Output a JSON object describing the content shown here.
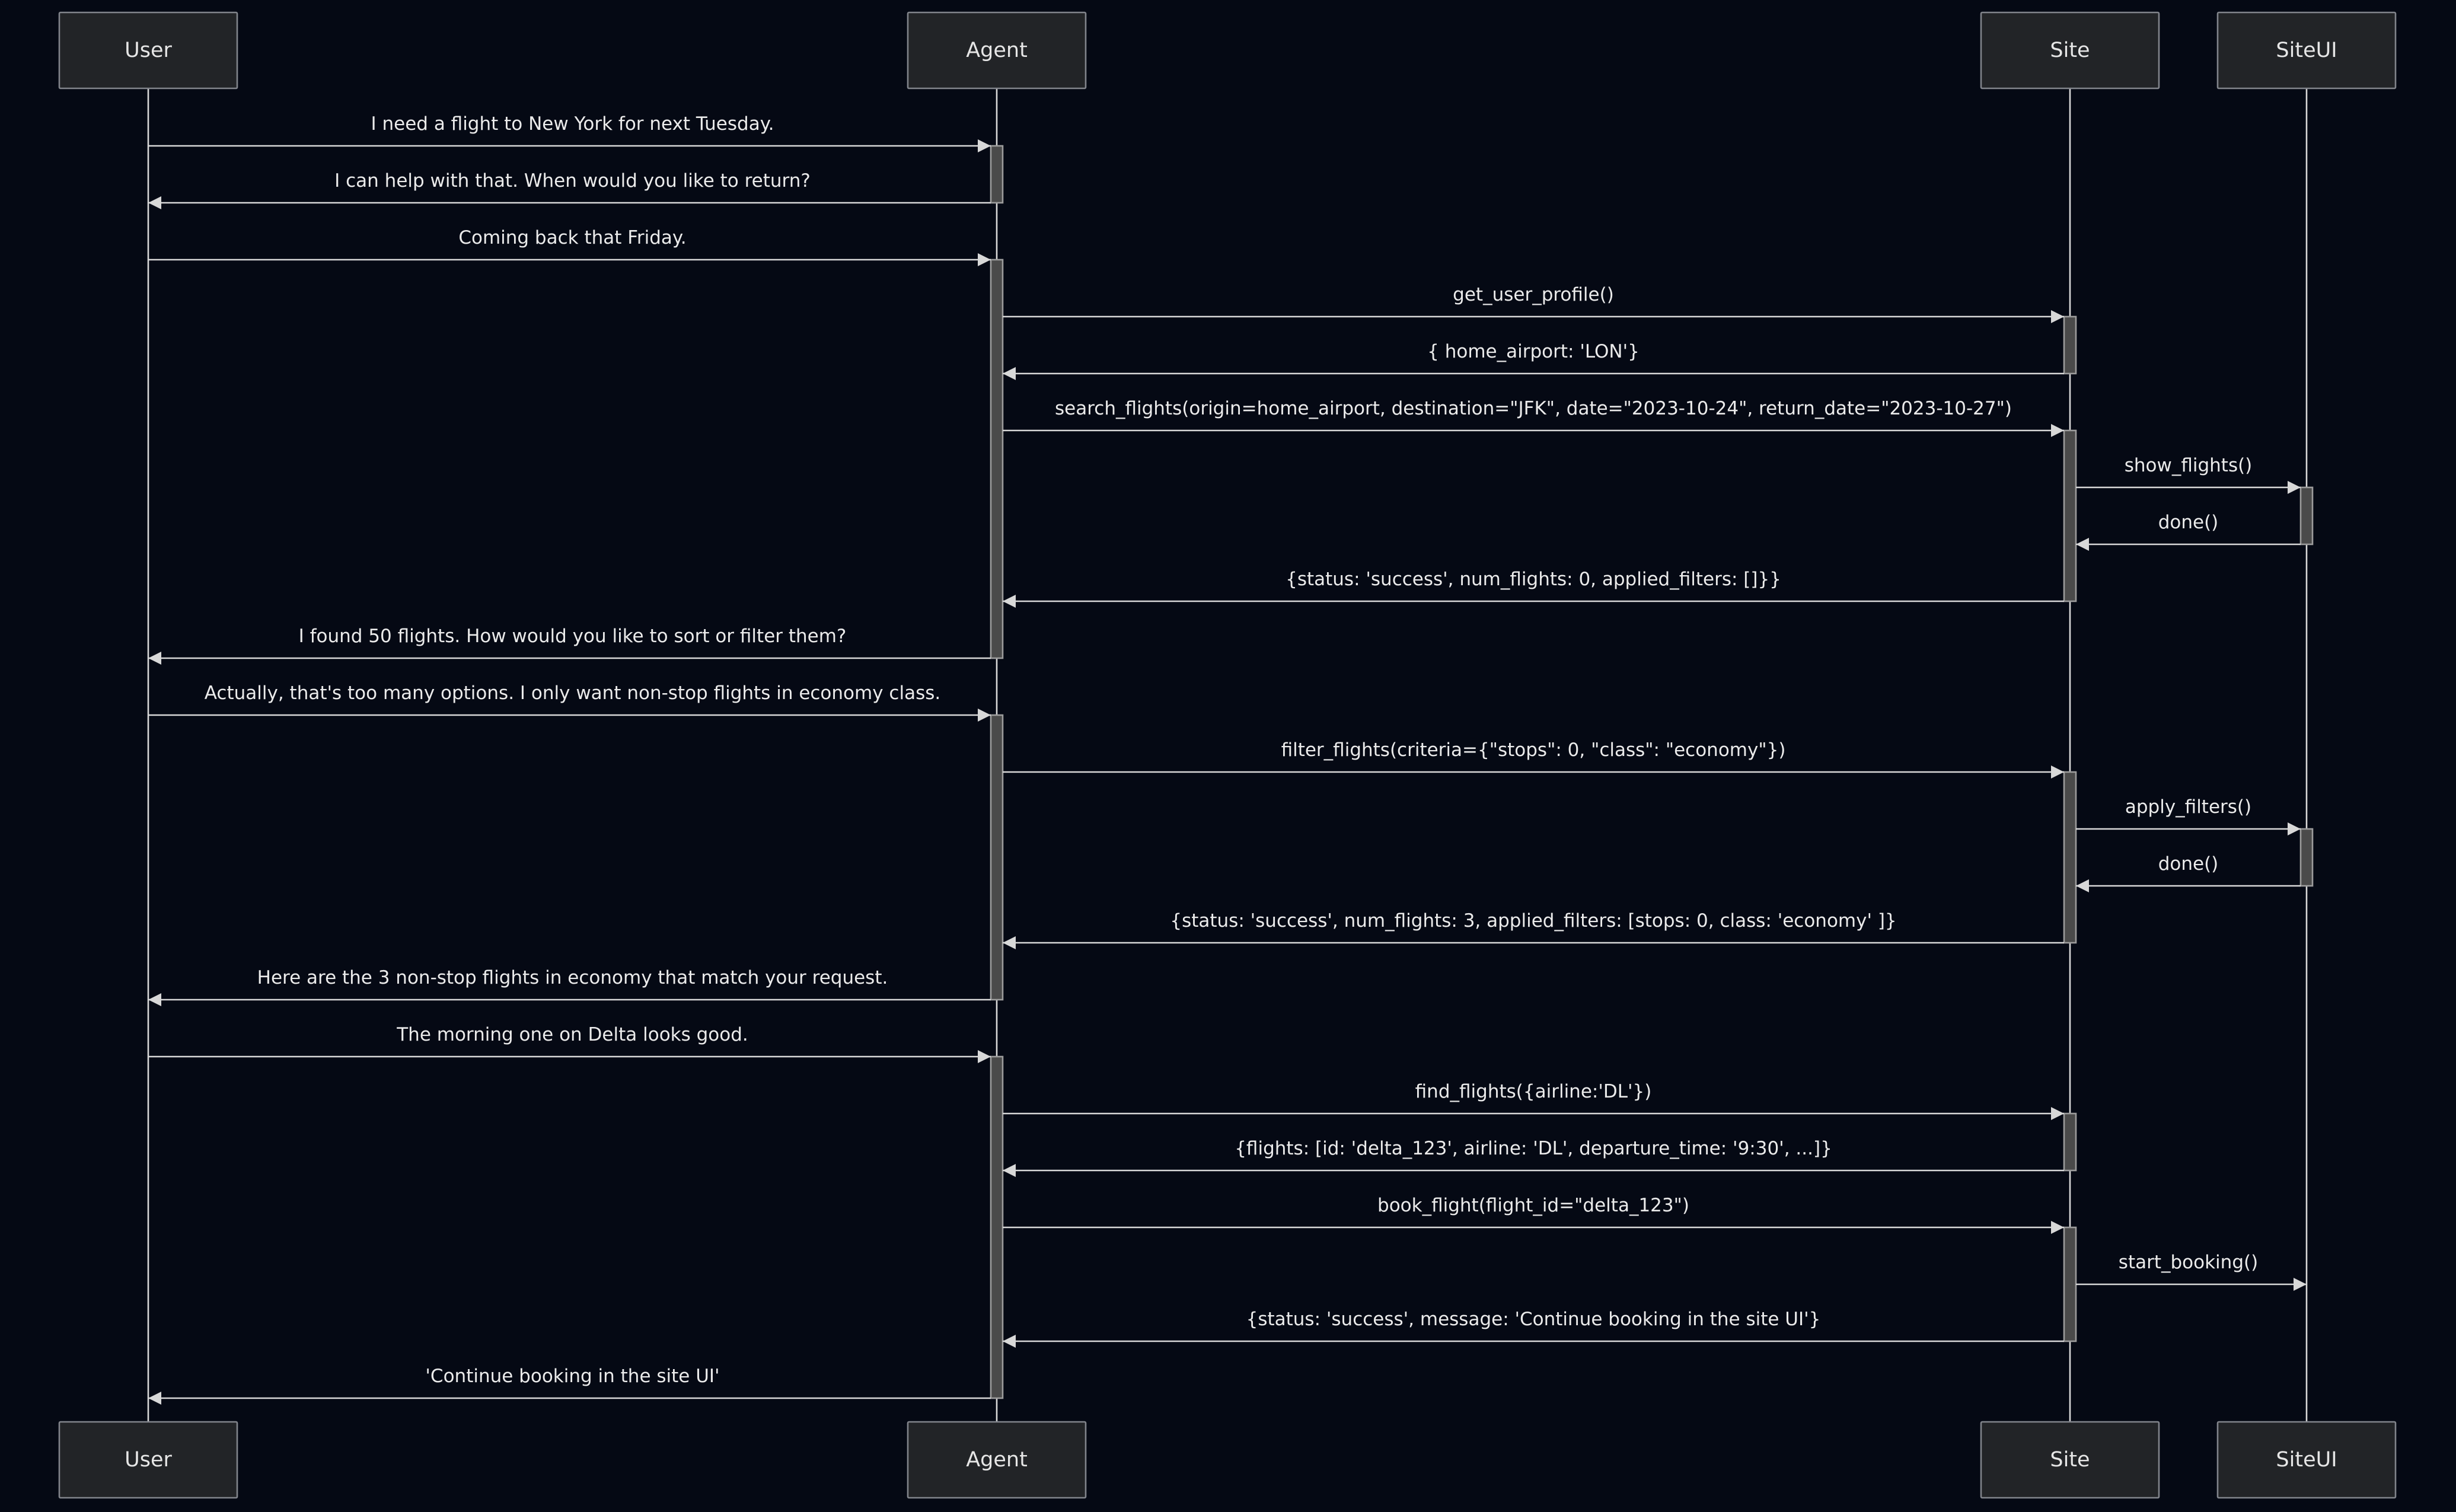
{
  "participants": [
    {
      "id": "User",
      "label": "User"
    },
    {
      "id": "Agent",
      "label": "Agent"
    },
    {
      "id": "Site",
      "label": "Site"
    },
    {
      "id": "SiteUI",
      "label": "SiteUI"
    }
  ],
  "messages": [
    {
      "from": "User",
      "to": "Agent",
      "text": "I need a flight to New York for next Tuesday."
    },
    {
      "from": "Agent",
      "to": "User",
      "text": "I can help with that. When would you like to return?"
    },
    {
      "from": "User",
      "to": "Agent",
      "text": "Coming back that Friday."
    },
    {
      "from": "Agent",
      "to": "Site",
      "text": "get_user_profile()"
    },
    {
      "from": "Site",
      "to": "Agent",
      "text": "{ home_airport: 'LON'}"
    },
    {
      "from": "Agent",
      "to": "Site",
      "text": "search_flights(origin=home_airport, destination=\"JFK\", date=\"2023-10-24\", return_date=\"2023-10-27\")"
    },
    {
      "from": "Site",
      "to": "SiteUI",
      "text": "show_flights()"
    },
    {
      "from": "SiteUI",
      "to": "Site",
      "text": "done()"
    },
    {
      "from": "Site",
      "to": "Agent",
      "text": "{status: 'success', num_flights: 0, applied_filters: []}}"
    },
    {
      "from": "Agent",
      "to": "User",
      "text": "I found 50 flights. How would you like to sort or filter them?"
    },
    {
      "from": "User",
      "to": "Agent",
      "text": "Actually, that's too many options. I only want non-stop flights in economy class."
    },
    {
      "from": "Agent",
      "to": "Site",
      "text": "filter_flights(criteria={\"stops\": 0, \"class\": \"economy\"})"
    },
    {
      "from": "Site",
      "to": "SiteUI",
      "text": "apply_filters()"
    },
    {
      "from": "SiteUI",
      "to": "Site",
      "text": "done()"
    },
    {
      "from": "Site",
      "to": "Agent",
      "text": "{status: 'success', num_flights: 3, applied_filters: [stops: 0, class: 'economy' ]}"
    },
    {
      "from": "Agent",
      "to": "User",
      "text": "Here are the 3 non-stop flights in economy that match your request."
    },
    {
      "from": "User",
      "to": "Agent",
      "text": "The morning one on Delta looks good."
    },
    {
      "from": "Agent",
      "to": "Site",
      "text": "find_flights({airline:'DL'})"
    },
    {
      "from": "Site",
      "to": "Agent",
      "text": "{flights: [id: 'delta_123', airline: 'DL', departure_time: '9:30', ...]}"
    },
    {
      "from": "Agent",
      "to": "Site",
      "text": "book_flight(flight_id=\"delta_123\")"
    },
    {
      "from": "Site",
      "to": "SiteUI",
      "text": "start_booking()"
    },
    {
      "from": "Site",
      "to": "Agent",
      "text": "{status: 'success', message: 'Continue booking in the site UI'}"
    },
    {
      "from": "Agent",
      "to": "User",
      "text": "'Continue booking in the site UI'"
    }
  ],
  "activations": [
    {
      "participant": "Agent",
      "from_msg": 0,
      "to_msg": 1
    },
    {
      "participant": "Agent",
      "from_msg": 2,
      "to_msg": 9
    },
    {
      "participant": "Site",
      "from_msg": 3,
      "to_msg": 4
    },
    {
      "participant": "Site",
      "from_msg": 5,
      "to_msg": 8
    },
    {
      "participant": "SiteUI",
      "from_msg": 6,
      "to_msg": 7
    },
    {
      "participant": "Agent",
      "from_msg": 10,
      "to_msg": 15
    },
    {
      "participant": "Site",
      "from_msg": 11,
      "to_msg": 14
    },
    {
      "participant": "SiteUI",
      "from_msg": 12,
      "to_msg": 13
    },
    {
      "participant": "Agent",
      "from_msg": 16,
      "to_msg": 22
    },
    {
      "participant": "Site",
      "from_msg": 17,
      "to_msg": 18
    },
    {
      "participant": "Site",
      "from_msg": 19,
      "to_msg": 21
    }
  ]
}
